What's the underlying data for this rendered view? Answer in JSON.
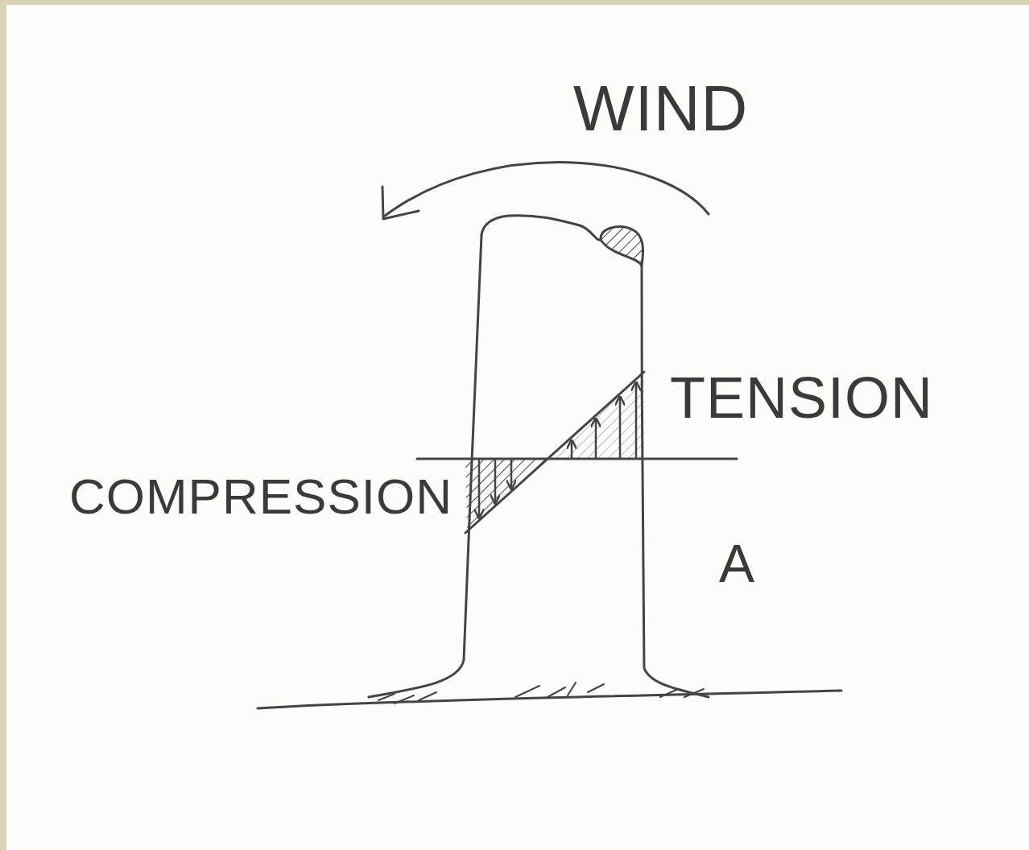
{
  "diagram": {
    "labels": [
      "WIND",
      "TENSION",
      "COMPRESSION",
      "A"
    ]
  }
}
